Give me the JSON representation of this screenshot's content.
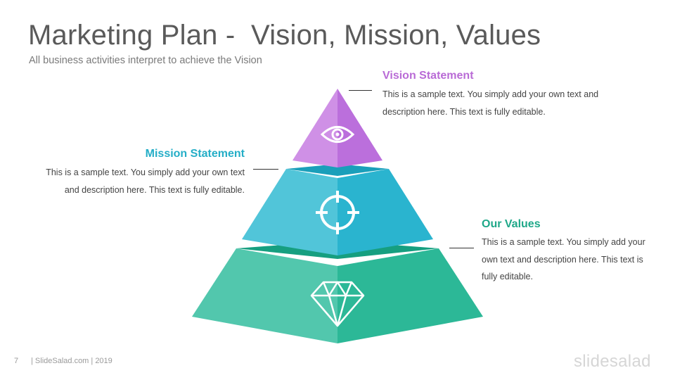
{
  "slide": {
    "title": "Marketing Plan -  Vision, Mission, Values",
    "subtitle": "All business activities interpret to achieve the Vision"
  },
  "sections": {
    "vision": {
      "heading": "Vision Statement",
      "lines": [
        "This is a sample text. You simply add your own text and",
        "description  here. This text is fully editable."
      ],
      "color": "#b96bd6",
      "icon": "eye-icon"
    },
    "mission": {
      "heading": "Mission Statement",
      "lines": [
        "This is a sample text. You simply add your own text",
        "and description here. This text is fully editable."
      ],
      "color": "#25aec7",
      "icon": "target-crosshair-icon"
    },
    "values": {
      "heading": "Our Values",
      "lines": [
        "This is a sample text. You simply add your",
        "own text and description  here. This text is",
        "fully editable."
      ],
      "color": "#1fa889",
      "icon": "diamond-icon"
    }
  },
  "footer": {
    "page_number": "7",
    "credit": "| SlideSalad.com | 2019",
    "brand": "slidesalad"
  }
}
